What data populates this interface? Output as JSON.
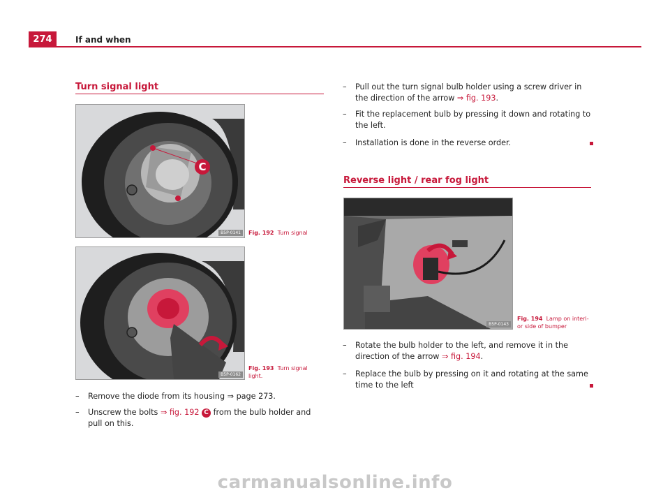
{
  "header": {
    "page_number": "274",
    "section_title": "If and when"
  },
  "turn_signal": {
    "heading": "Turn signal light",
    "fig192": {
      "code": "B5P-0141",
      "caption_label": "Fig. 192",
      "caption_text": "Turn signal",
      "callout": "C"
    },
    "fig193": {
      "code": "B5P-0162",
      "caption_label": "Fig. 193",
      "caption_text": "Turn signal light."
    },
    "steps_left": [
      {
        "dash": "–",
        "text": "Remove the diode from its housing ⇒ page 273."
      },
      {
        "dash": "–",
        "text_before": "Unscrew the bolts ",
        "link": "⇒ fig. 192",
        "badge": "C",
        "text_after": " from the bulb holder and pull on this."
      }
    ],
    "steps_right": [
      {
        "dash": "–",
        "text_before": "Pull out the turn signal bulb holder using a screw driver in the direction of the arrow ",
        "link": "⇒ fig. 193",
        "text_after": "."
      },
      {
        "dash": "–",
        "text": "Fit the replacement bulb by pressing it down and rotating to the left."
      },
      {
        "dash": "–",
        "text": "Installation is done in the reverse order."
      }
    ]
  },
  "reverse_light": {
    "heading": "Reverse light / rear fog light",
    "fig194": {
      "code": "B5P-0143",
      "caption_label": "Fig. 194",
      "caption_text": "Lamp on interi-or side of bumper"
    },
    "steps": [
      {
        "dash": "–",
        "text_before": "Rotate the bulb holder to the left, and remove it in the direction of the arrow ",
        "link": "⇒ fig. 194",
        "text_after": "."
      },
      {
        "dash": "–",
        "text": "Replace the bulb by pressing on it and rotating at the same time to the left"
      }
    ]
  },
  "watermark": "carmanualsonline.info",
  "colors": {
    "accent": "#c7183a",
    "text": "#222222"
  }
}
